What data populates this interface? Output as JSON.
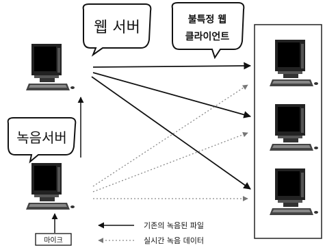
{
  "nodes": {
    "web_server": {
      "label": "웹 서버"
    },
    "recording_server": {
      "label": "녹음서버"
    },
    "clients": {
      "label_line1": "불특정 웹",
      "label_line2": "클라이언트",
      "count": 3
    },
    "microphone": {
      "label": "마이크"
    }
  },
  "legend": {
    "solid": "기존의 녹음된 파일",
    "dashed": "실시간 녹음 데이터"
  },
  "connections": {
    "web_to_clients": {
      "style": "solid",
      "count": 3
    },
    "recorder_to_clients": {
      "style": "dashed",
      "count": 3
    },
    "recorder_to_web": {
      "style": "solid"
    },
    "mic_to_recorder": {
      "style": "solid"
    }
  }
}
